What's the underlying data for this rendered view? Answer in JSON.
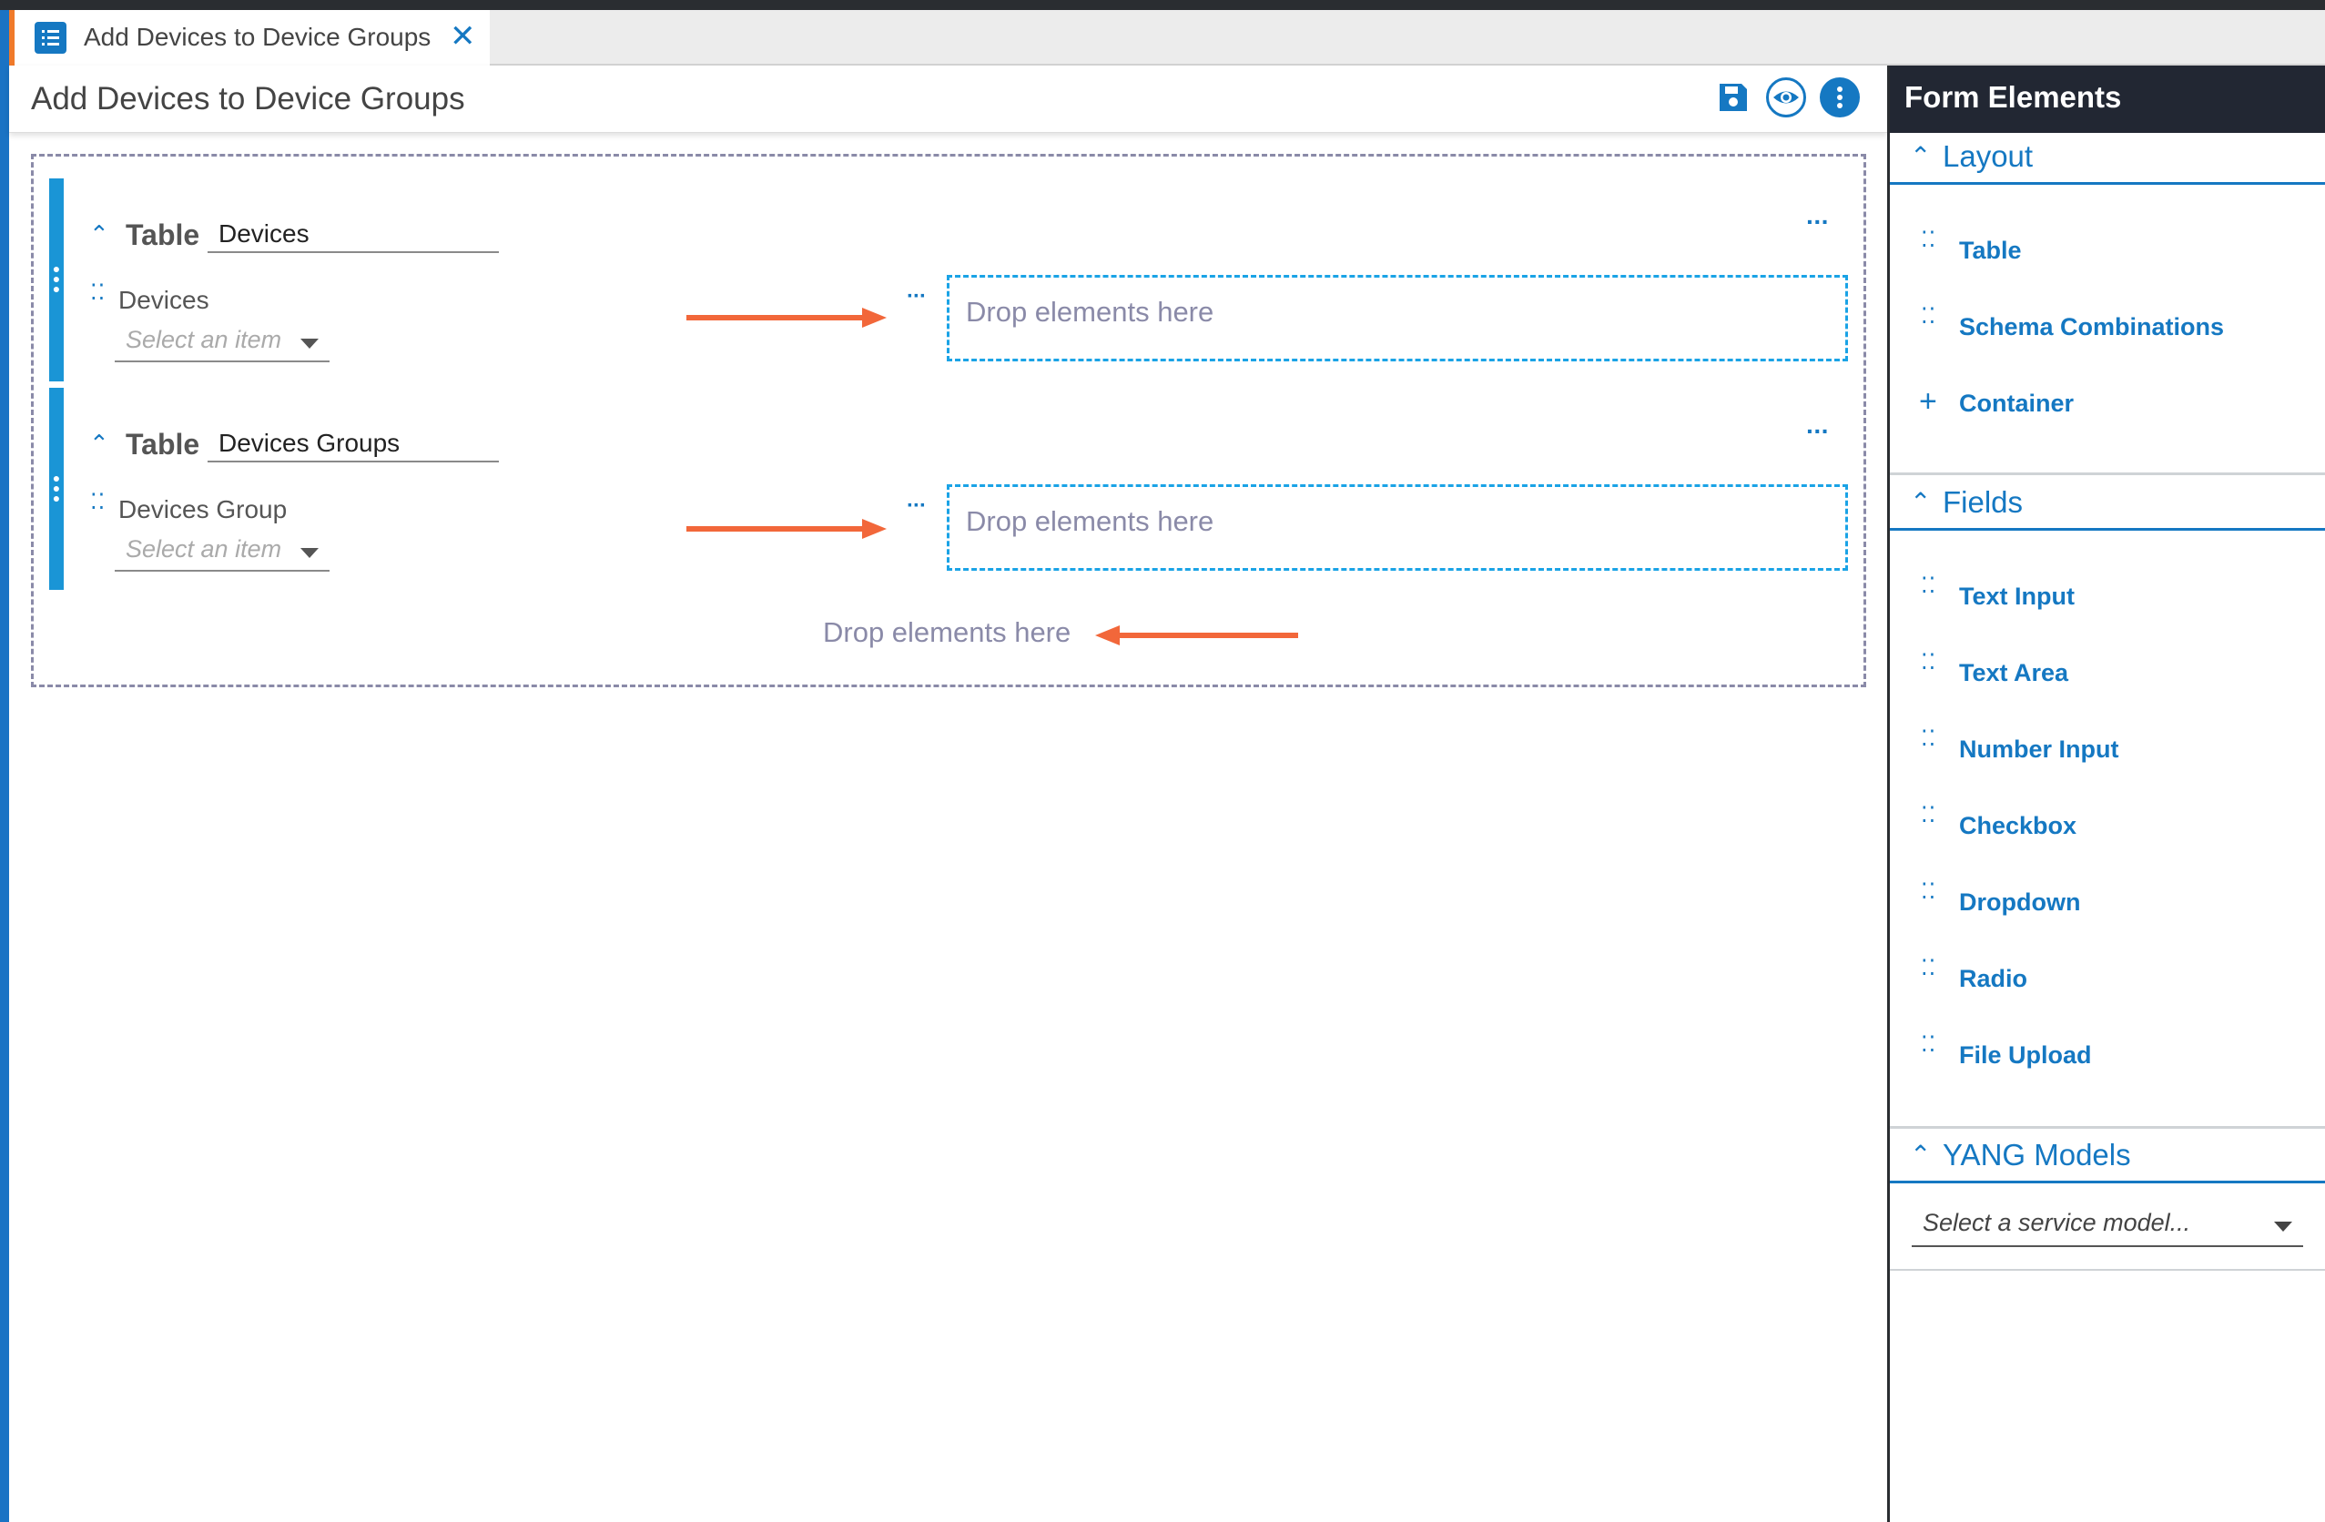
{
  "tab": {
    "title": "Add Devices to Device Groups",
    "close_glyph": "✕",
    "icon": "list-icon"
  },
  "editor": {
    "title": "Add Devices to Device Groups",
    "actions": [
      "save-icon",
      "eye-icon",
      "more-vertical-icon"
    ],
    "tables": [
      {
        "type_label": "Table",
        "name": "Devices",
        "field_label": "Devices",
        "select_placeholder": "Select an item",
        "drop_text": "Drop elements here",
        "more": "···"
      },
      {
        "type_label": "Table",
        "name": "Devices Groups",
        "field_label": "Devices Group",
        "select_placeholder": "Select an item",
        "drop_text": "Drop elements here",
        "more": "···"
      }
    ],
    "canvas_drop_text": "Drop elements here",
    "arrow_color": "#f2673a",
    "accent_color": "#1578c2"
  },
  "panel": {
    "title": "Form Elements",
    "sections": {
      "layout": {
        "title": "Layout",
        "items": [
          "Table",
          "Schema Combinations",
          "Container"
        ]
      },
      "fields": {
        "title": "Fields",
        "items": [
          "Text Input",
          "Text Area",
          "Number Input",
          "Checkbox",
          "Dropdown",
          "Radio",
          "File Upload"
        ]
      },
      "yang": {
        "title": "YANG Models",
        "select_placeholder": "Select a service model..."
      }
    }
  }
}
